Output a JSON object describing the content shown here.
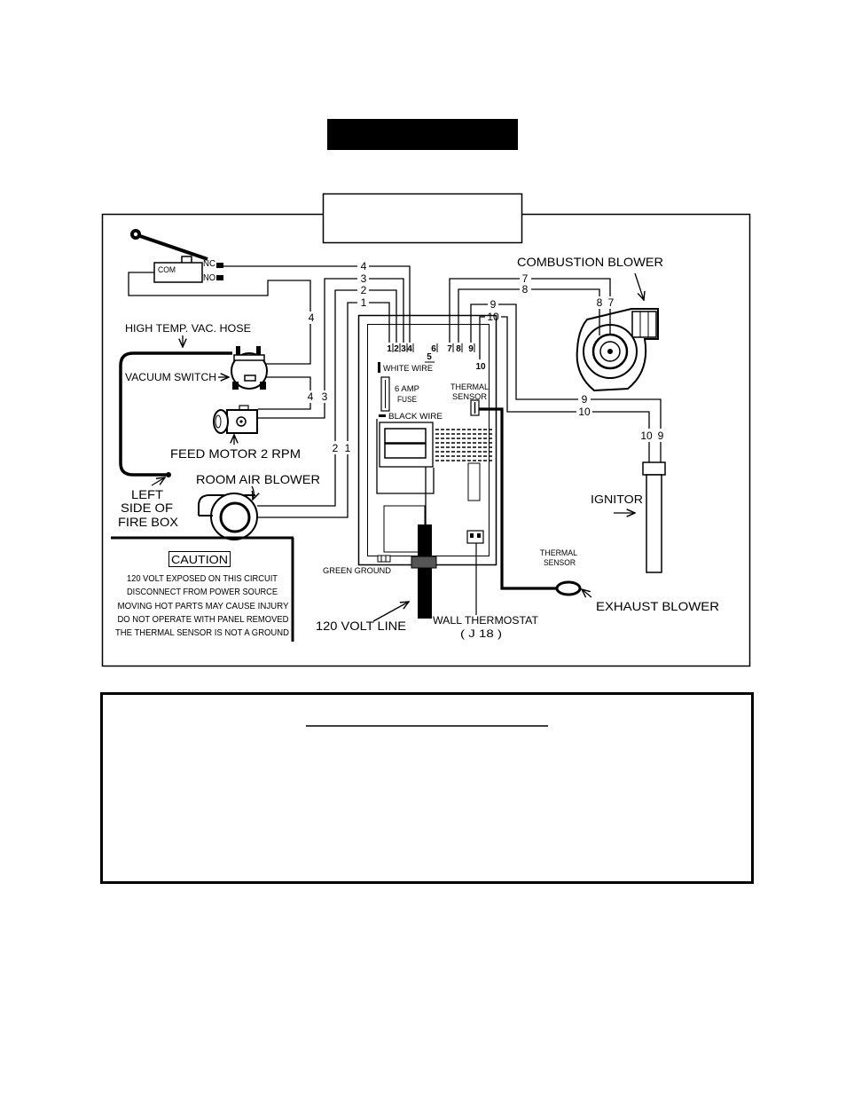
{
  "microswitch": {
    "com": "COM",
    "nc": "NC",
    "no": "NO"
  },
  "labels": {
    "combustion_blower": "COMBUSTION BLOWER",
    "high_temp_hose": "HIGH TEMP. VAC. HOSE",
    "vacuum_switch": "VACUUM SWITCH",
    "feed_motor": "FEED MOTOR 2 RPM",
    "fire_box": [
      "LEFT",
      "SIDE OF",
      "FIRE BOX"
    ],
    "room_air_blower": "ROOM AIR BLOWER",
    "green_ground": "GREEN GROUND",
    "volt_line": "120 VOLT LINE",
    "wall_thermostat": "WALL THERMOSTAT",
    "wall_thermostat_ref": "( J 18 )",
    "thermal_sensor": [
      "THERMAL",
      "SENSOR"
    ],
    "exhaust_blower": "EXHAUST BLOWER",
    "ignitor": "IGNITOR"
  },
  "caution": {
    "title": "CAUTION",
    "lines": [
      "120 VOLT EXPOSED ON THIS CIRCUIT",
      "DISCONNECT FROM POWER SOURCE",
      "MOVING HOT PARTS MAY CAUSE INJURY",
      "DO NOT OPERATE WITH PANEL REMOVED",
      "THE THERMAL SENSOR IS NOT A GROUND"
    ]
  },
  "board": {
    "white_wire": "WHITE WIRE",
    "fuse": [
      "6 AMP",
      "FUSE"
    ],
    "black_wire": "BLACK WIRE",
    "thermal_sensor": [
      "THERMAL",
      "SENSOR"
    ],
    "terminals": [
      "1",
      "2",
      "3",
      "4",
      "5",
      "6",
      "7",
      "8",
      "9",
      "10"
    ]
  },
  "wires": {
    "top_left": [
      "4",
      "3",
      "2",
      "1"
    ],
    "top_right": [
      "7",
      "8"
    ],
    "board_right": [
      "9",
      "10"
    ],
    "combustion_blower": [
      "8",
      "7"
    ],
    "ignitor_feed": [
      "9",
      "10"
    ],
    "ignitor": [
      "10",
      "9"
    ],
    "vacuum_switch": "4",
    "feed_motor": [
      "4",
      "3"
    ],
    "room_air_blower": [
      "2",
      "1"
    ]
  }
}
